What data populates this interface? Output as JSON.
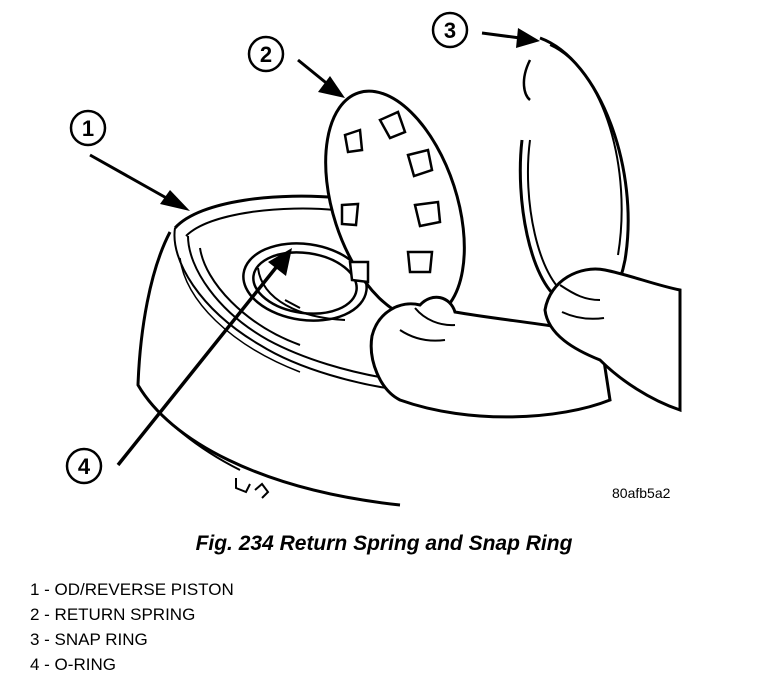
{
  "figure": {
    "image_code": "80afb5a2",
    "caption": "Fig. 234 Return Spring and Snap Ring",
    "callouts": [
      {
        "number": "1",
        "label": "OD/REVERSE PISTON"
      },
      {
        "number": "2",
        "label": "RETURN SPRING"
      },
      {
        "number": "3",
        "label": "SNAP RING"
      },
      {
        "number": "4",
        "label": "O-RING"
      }
    ],
    "legend": [
      "1 - OD/REVERSE PISTON",
      "2 - RETURN SPRING",
      "3 - SNAP RING",
      "4 - O-RING"
    ]
  }
}
